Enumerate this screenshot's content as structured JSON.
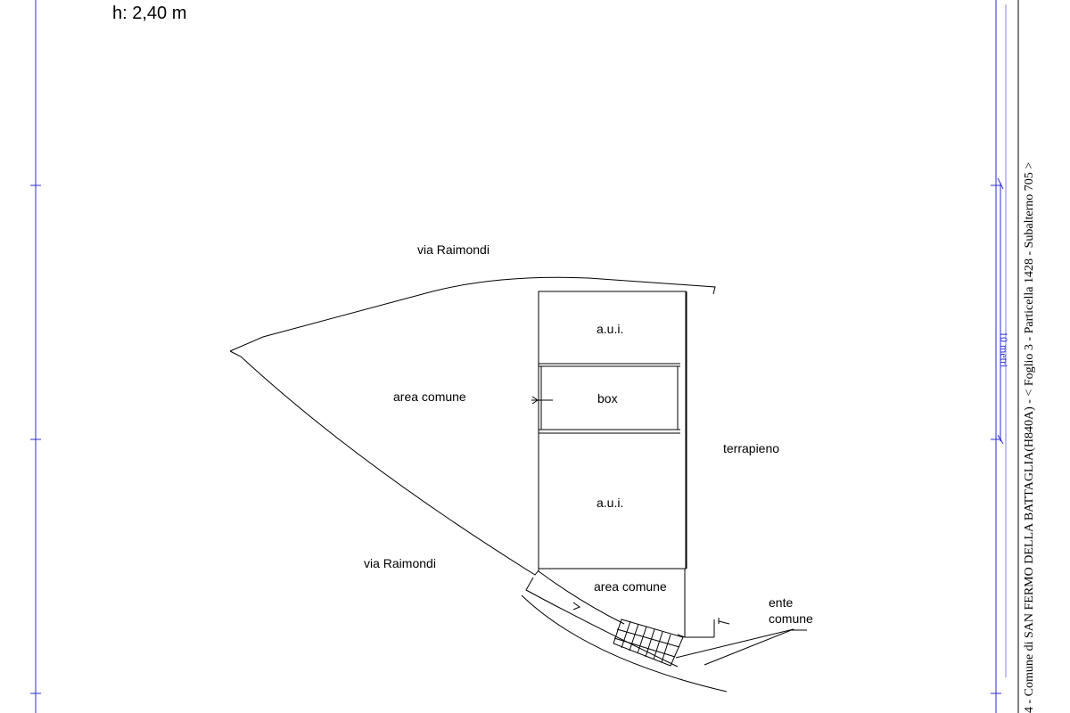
{
  "header": {
    "height_label": "h: 2,40 m"
  },
  "labels": {
    "street_top": "via Raimondi",
    "street_bottom": "via Raimondi",
    "aui_top": "a.u.i.",
    "box": "box",
    "aui_bottom": "a.u.i.",
    "area_comune_left": "area comune",
    "area_comune_bottom": "area comune",
    "terrapieno": "terrapieno",
    "ente_line1": "ente",
    "ente_line2": "comune"
  },
  "margin": {
    "side_caption": "4 - Comune di SAN FERMO DELLA BATTAGLIA(H840A) - < Foglio 3 - Particella 1428 - Subalterno 705 >",
    "scale_caption": "10 metri"
  },
  "colors": {
    "frame": "#2b2bd6",
    "ink": "#000000"
  }
}
